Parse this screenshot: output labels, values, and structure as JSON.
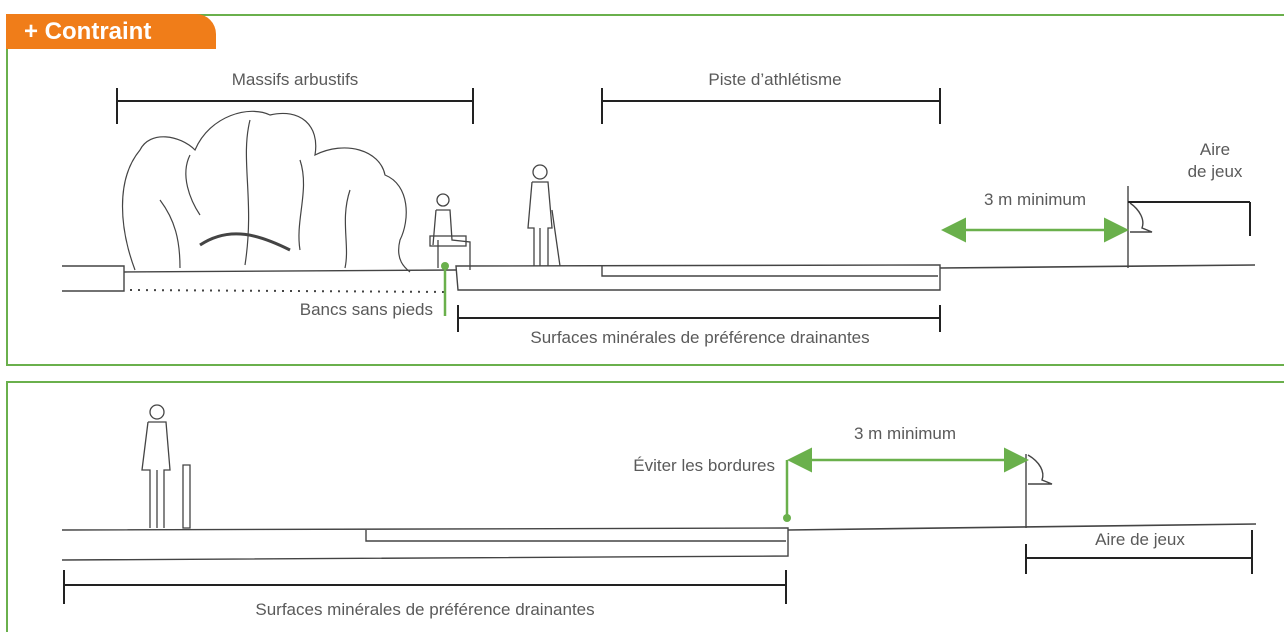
{
  "top_panel": {
    "tag": "+ Contraint",
    "labels": {
      "shrubs": "Massifs arbustifs",
      "track": "Piste d’athlétisme",
      "play_area_line1": "Aire",
      "play_area_line2": "de jeux",
      "distance": "3 m minimum",
      "benches": "Bancs sans pieds",
      "surfaces": "Surfaces minérales de préférence drainantes"
    }
  },
  "bottom_panel": {
    "labels": {
      "distance": "3 m minimum",
      "curbs": "Éviter les bordures",
      "play_area": "Aire de jeux",
      "surfaces": "Surfaces minérales de préférence drainantes"
    }
  },
  "colors": {
    "frame_green": "#6ab04c",
    "tag_orange": "#f07d19",
    "annotation_green": "#6ab04c",
    "sketch": "#444444"
  }
}
